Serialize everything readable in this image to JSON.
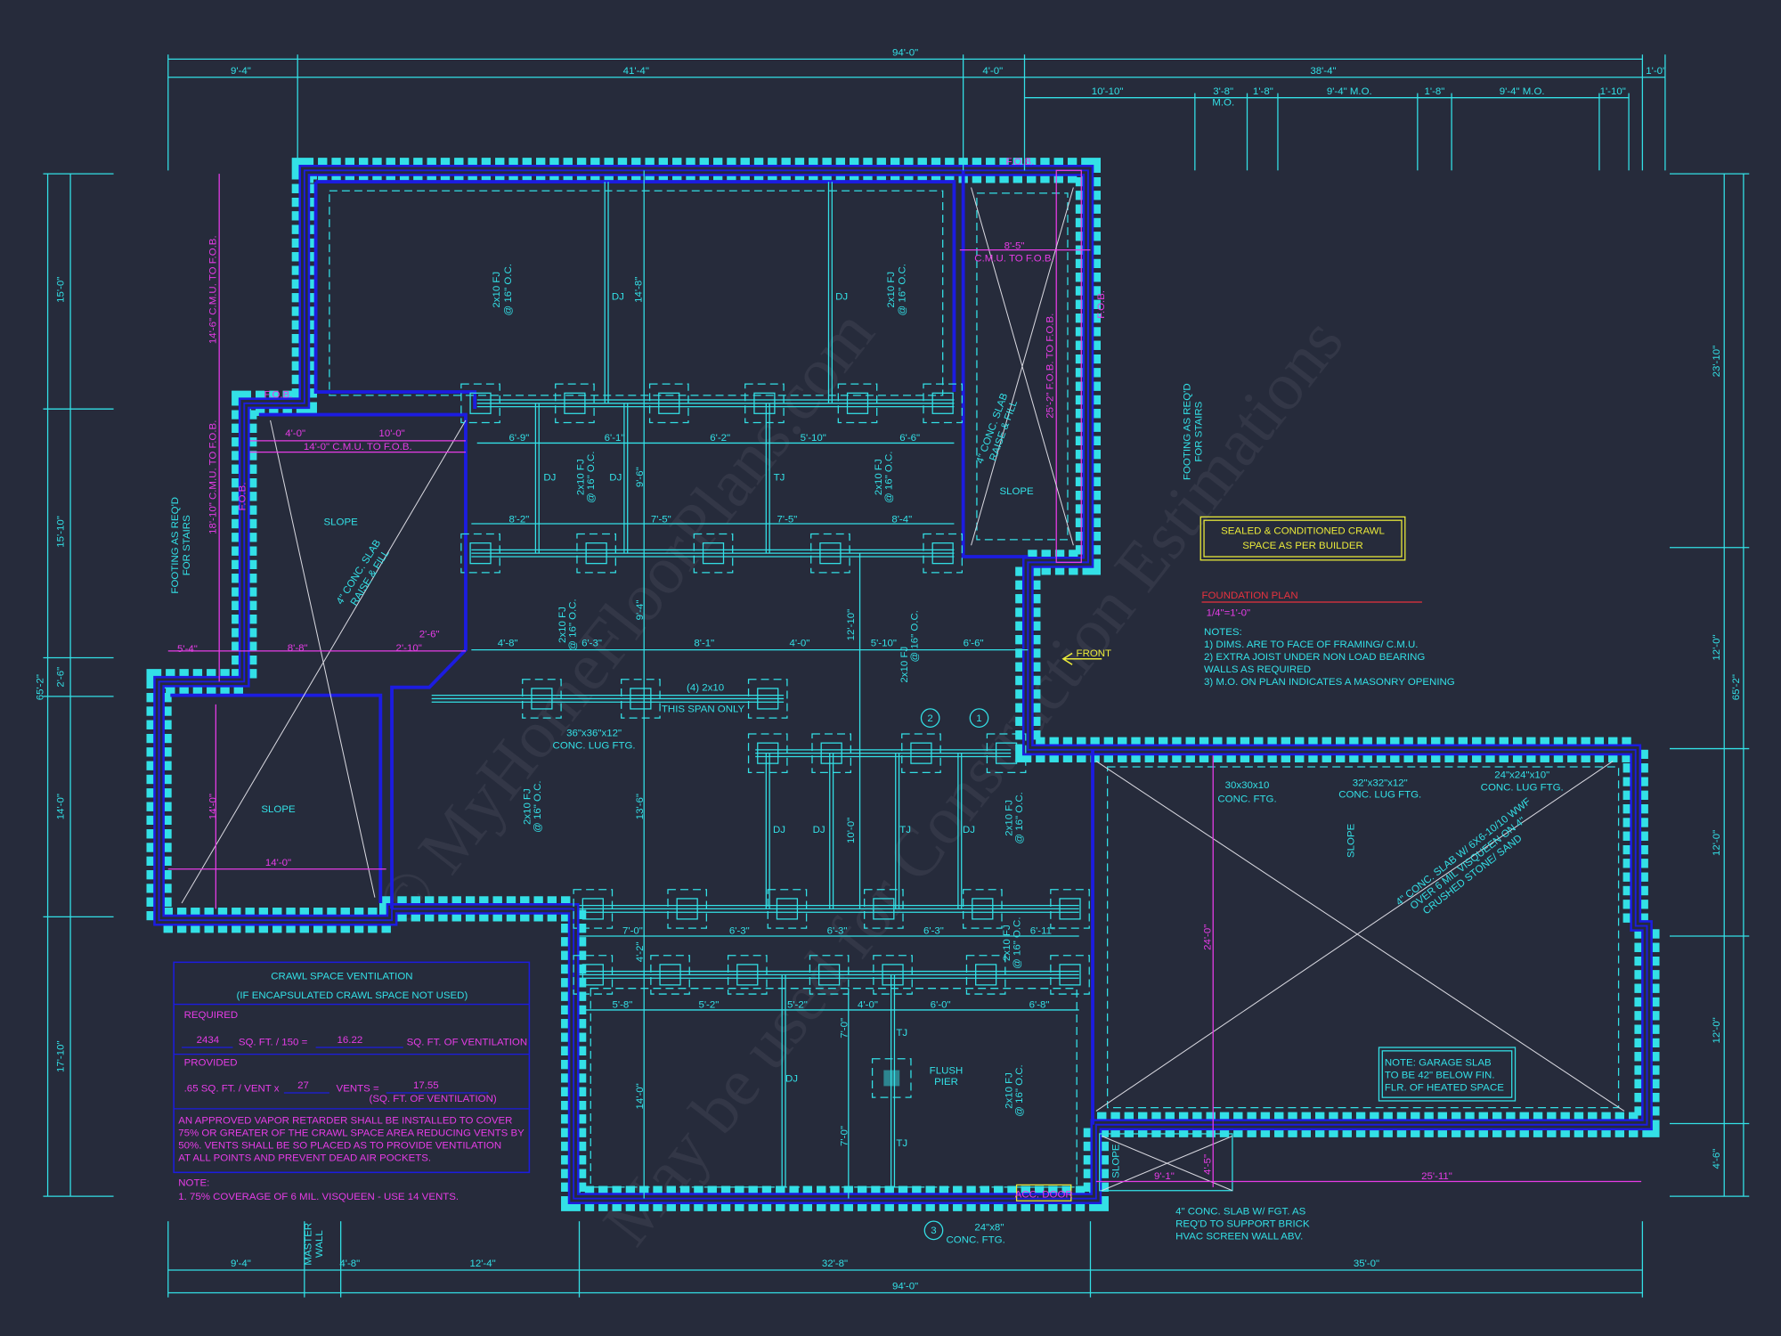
{
  "colors": {
    "background": "#262b3b",
    "wall": "#1c1ce0",
    "dimension": "#33e0e6",
    "magenta": "#e63ce6",
    "yellow": "#eaea3a",
    "title": "#e8323e",
    "slab_diagonal": "#d8d8e0"
  },
  "title": {
    "name": "FOUNDATION PLAN",
    "scale": "1/4\"=1'-0\""
  },
  "callout_box": [
    "SEALED & CONDITIONED CRAWL",
    "SPACE AS PER BUILDER"
  ],
  "notes": {
    "heading": "NOTES:",
    "lines": [
      "1)  DIMS. ARE TO FACE OF FRAMING/ C.M.U.",
      "2) EXTRA JOIST UNDER NON LOAD BEARING",
      "    WALLS AS REQUIRED",
      "3) M.O. ON PLAN INDICATES A MASONRY OPENING"
    ]
  },
  "front_label": "FRONT",
  "ventilation": {
    "title": "CRAWL SPACE VENTILATION",
    "subtitle": "(IF ENCAPSULATED CRAWL SPACE NOT USED)",
    "required_label": "REQUIRED",
    "area": "2434",
    "area_text": "SQ. FT. / 150 =",
    "required_value": "16.22",
    "required_unit": "SQ. FT. OF VENTILATION",
    "provided_label": "PROVIDED",
    "per_vent": ".65 SQ. FT. / VENT x",
    "vents": "27",
    "vents_text": "VENTS =",
    "provided_value": "17.55",
    "provided_unit": "(SQ. FT. OF VENTILATION)",
    "retarder": [
      "AN APPROVED VAPOR RETARDER SHALL BE INSTALLED TO COVER",
      "75% OR GREATER OF THE CRAWL SPACE AREA REDUCING VENTS BY",
      "50%. VENTS SHALL BE SO PLACED AS TO PROVIDE VENTILATION",
      "AT ALL POINTS AND PREVENT DEAD AIR POCKETS."
    ],
    "note_label": "NOTE:",
    "note": "1.  75% COVERAGE OF 6 MIL. VISQUEEN - USE 14 VENTS."
  },
  "garage_note": [
    "NOTE: GARAGE SLAB",
    "TO BE 42\" BELOW FIN.",
    "FLR. OF HEATED SPACE"
  ],
  "acc_door": "ACC. DOOR",
  "dimensions": {
    "top_overall": "94'-0\"",
    "top_row1": [
      "9'-4\"",
      "41'-4\"",
      "4'-0\"",
      "38'-4\"",
      "1'-0\""
    ],
    "top_row2": [
      "10'-10\"",
      "3'-8\"",
      "M.O.",
      "1'-8\"",
      "9'-4\" M.O.",
      "1'-8\"",
      "9'-4\" M.O.",
      "1'-10\""
    ],
    "left": [
      "15'-0\"",
      "15'-10\"",
      "2'-6\"",
      "14'-0\"",
      "17'-10\""
    ],
    "left_overall": "65'-2\"",
    "right": [
      "23'-10\"",
      "12'-0\"",
      "12'-0\"",
      "12'-0\"",
      "4'-6\""
    ],
    "right_overall": "65'-2\"",
    "bottom": [
      "9'-4\"",
      "4'-8\"",
      "12'-4\"",
      "32'-8\"",
      "35'-0\""
    ],
    "bottom_overall": "94'-0\"",
    "master_wall": [
      "MASTER",
      "WALL"
    ]
  },
  "plan_labels": {
    "fob": "F.O.B.",
    "cmu_14_6": "14'-6\" C.M.U. TO F.O.B.",
    "cmu_18_10": "18'-10\" C.M.U. TO F.O.B.",
    "d4_0": "4'-0\"",
    "d10_0": "10'-0\"",
    "cmu_14_0": "14'-0\" C.M.U. TO F.O.B.",
    "slope": "SLOPE",
    "slab_raise": [
      "4\" CONC. SLAB",
      "RAISE & FILL"
    ],
    "footing_stairs": [
      "FOOTING AS REQ'D",
      "FOR STAIRS"
    ],
    "d5_4": "5'-4\"",
    "d8_8": "8'-8\"",
    "d2_10": "2'-10\"",
    "d2_6": "2'-6\"",
    "d14_0": "14'-0\"",
    "dj": "DJ",
    "tj": "TJ",
    "fj": "2x10 FJ",
    "oc": "@ 16\" O.C.",
    "d14_8": "14'-8\"",
    "cmu_8_5": [
      "8'-5\"",
      "C.M.U. TO F.O.B."
    ],
    "fob_25_2": "25'-2\" F.O.B. TO F.O.B.",
    "row1": [
      "6'-9\"",
      "6'-1\"",
      "6'-2\"",
      "5'-10\"",
      "6'-6\""
    ],
    "d9_6": "9'-6\"",
    "row2": [
      "8'-2\"",
      "7'-5\"",
      "7'-5\"",
      "8'-4\""
    ],
    "d9_4": "9'-4\"",
    "d12_10": "12'-10\"",
    "row3": [
      "4'-8\"",
      "6'-3\"",
      "8'-1\"",
      "4'-0\"",
      "5'-10\"",
      "6'-6\""
    ],
    "beam_4_2x10": "(4) 2x10",
    "this_span": "THIS SPAN ONLY",
    "lug36": [
      "36\"x36\"x12\"",
      "CONC. LUG FTG."
    ],
    "tag1": "1",
    "tag2": "2",
    "tag3": "3",
    "d13_6": "13'-6\"",
    "d10_0b": "10'-0\"",
    "row4": [
      "7'-0\"",
      "6'-3\"",
      "6'-3\"",
      "6'-3\"",
      "6'-11\""
    ],
    "d4_2": "4'-2\"",
    "row5": [
      "5'-8\"",
      "5'-2\"",
      "5'-2\"",
      "4'-0\"",
      "6'-0\"",
      "6'-8\""
    ],
    "d7_0": "7'-0\"",
    "flush_pier": [
      "FLUSH",
      "PIER"
    ],
    "ftg24x8": [
      "24\"x8\"",
      "CONC. FTG."
    ],
    "ftg30": [
      "30x30x10",
      "CONC. FTG."
    ],
    "lug32": [
      "32\"x32\"x12\"",
      "CONC. LUG FTG."
    ],
    "lug24": [
      "24\"x24\"x10\"",
      "CONC. LUG FTG."
    ],
    "garage_slab": [
      "4\" CONC. SLAB W/ 6X6-10/10 WWF",
      "OVER 6 MIL VISQUEEN ON 4\"",
      "CRUSHED STONE/ SAND"
    ],
    "d24_0": "24'-0\"",
    "d9_1": "9'-1\"",
    "d4_5": "4'-5\"",
    "d25_11": "25'-11\"",
    "hvac": [
      "4\" CONC. SLAB W/ FGT. AS",
      "REQ'D TO SUPPORT BRICK",
      "HVAC SCREEN WALL ABV."
    ]
  },
  "watermark": [
    "© MyHomeFloorPlans.com",
    "May be used for Construction Estimations"
  ]
}
